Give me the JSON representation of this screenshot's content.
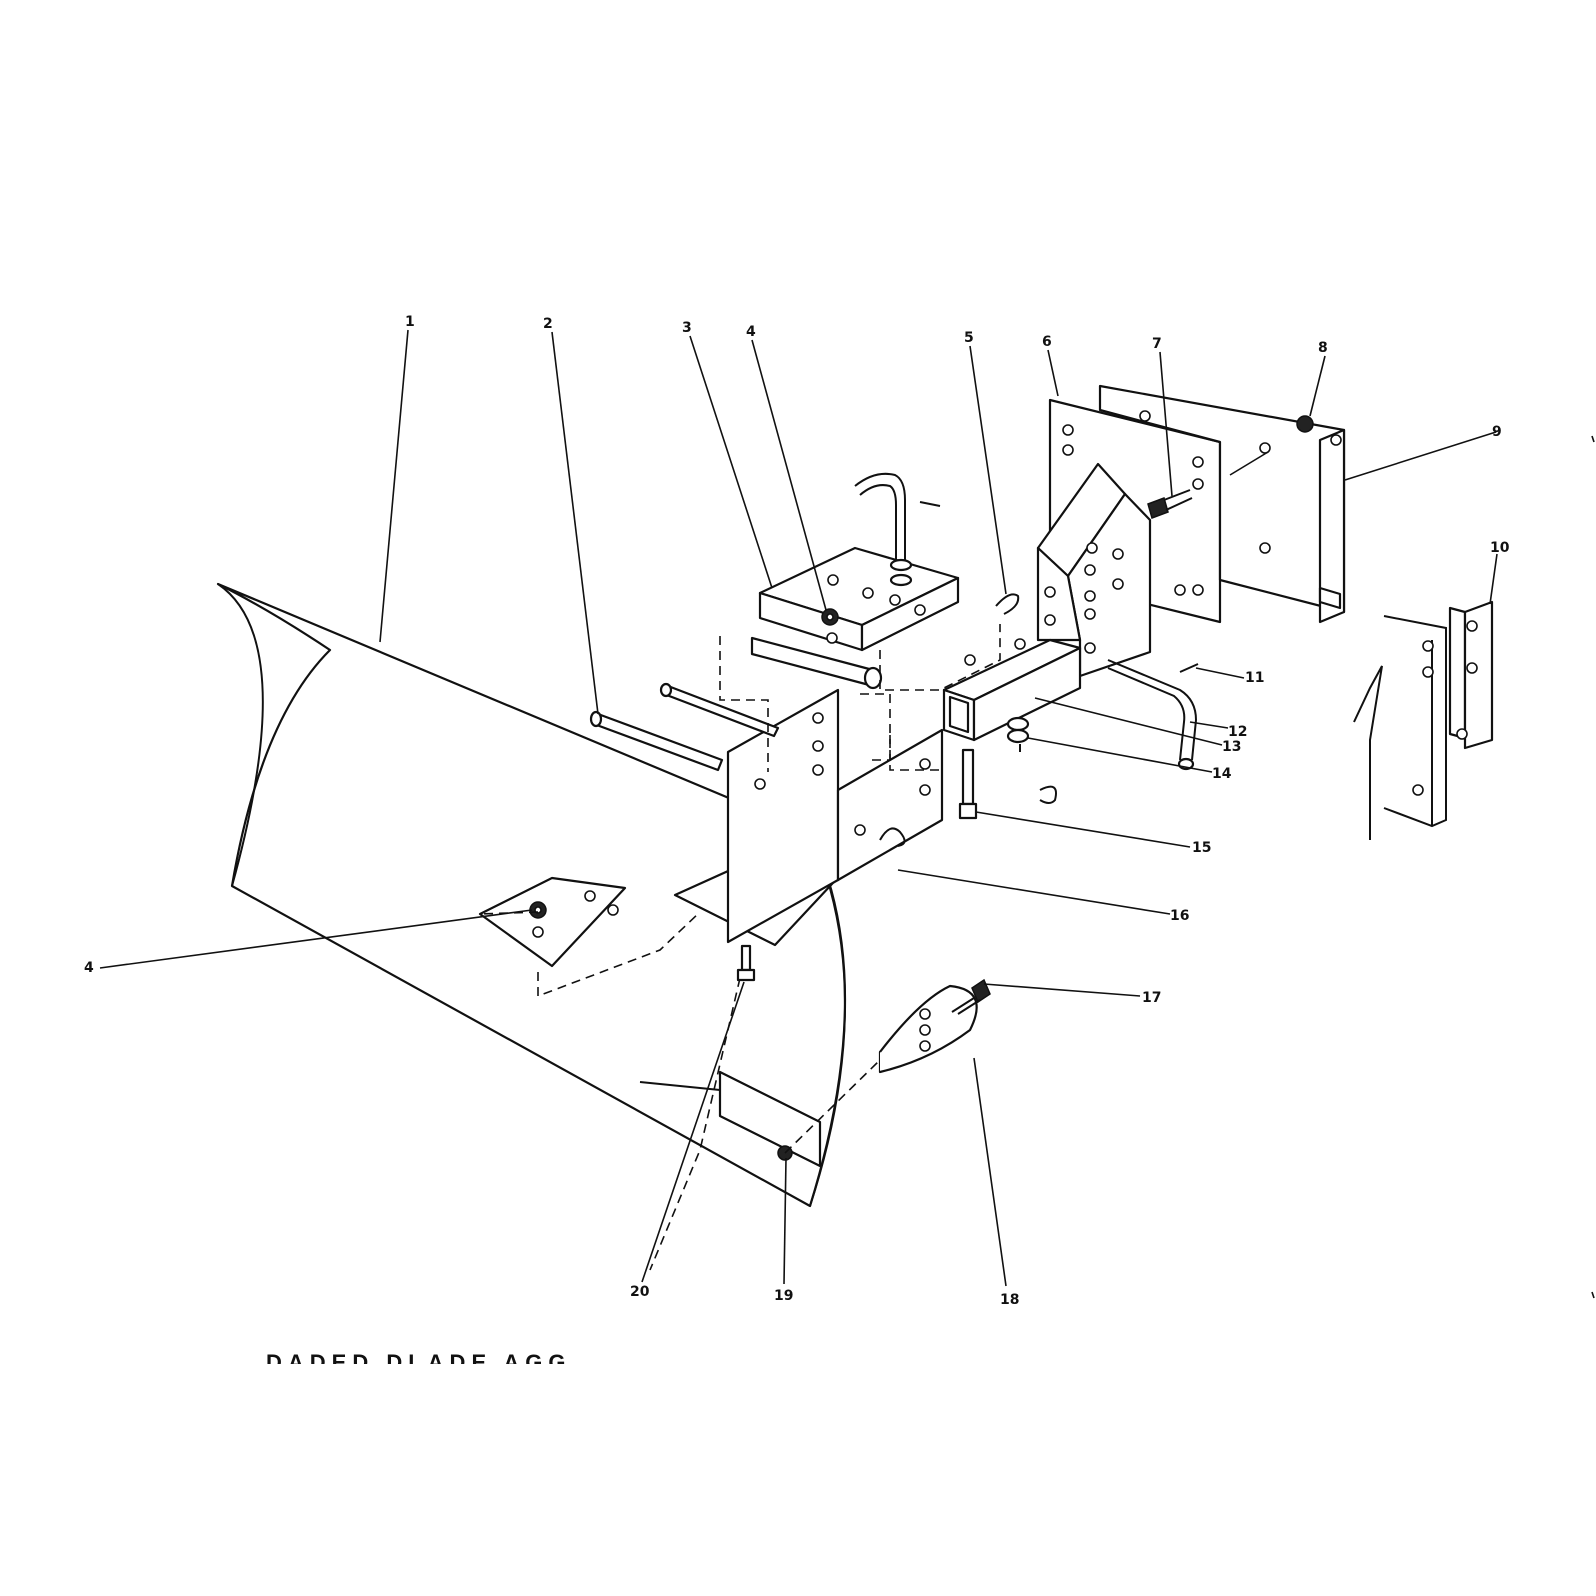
{
  "callouts": [
    {
      "id": "c1",
      "text": "1"
    },
    {
      "id": "c2",
      "text": "2"
    },
    {
      "id": "c3",
      "text": "3"
    },
    {
      "id": "c4a",
      "text": "4"
    },
    {
      "id": "c5",
      "text": "5"
    },
    {
      "id": "c6",
      "text": "6"
    },
    {
      "id": "c7",
      "text": "7"
    },
    {
      "id": "c8",
      "text": "8"
    },
    {
      "id": "c9",
      "text": "9"
    },
    {
      "id": "c10",
      "text": "10"
    },
    {
      "id": "c11",
      "text": "11"
    },
    {
      "id": "c12",
      "text": "12"
    },
    {
      "id": "c13",
      "text": "13"
    },
    {
      "id": "c14",
      "text": "14"
    },
    {
      "id": "c15",
      "text": "15"
    },
    {
      "id": "c16",
      "text": "16"
    },
    {
      "id": "c4b",
      "text": "4"
    },
    {
      "id": "c17",
      "text": "17"
    },
    {
      "id": "c18",
      "text": "18"
    },
    {
      "id": "c19",
      "text": "19"
    },
    {
      "id": "c20",
      "text": "20"
    }
  ],
  "caption": "DADED DLADE AGG"
}
